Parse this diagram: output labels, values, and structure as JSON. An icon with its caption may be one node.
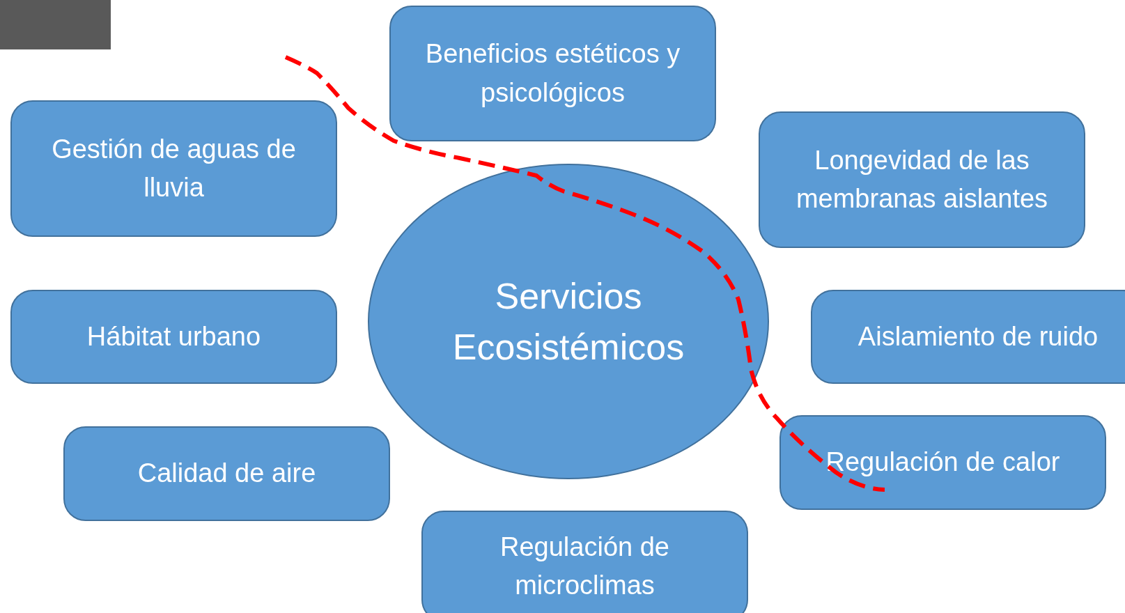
{
  "diagram": {
    "nodes": [
      {
        "text": [],
        "shape": "box"
      },
      {
        "text": [
          "Servicios Ecosistémicos"
        ]
      },
      {
        "text": [
          "Beneficios estéticos y psicológicos"
        ]
      },
      {
        "text": [
          "Gestión de aguas de lluvia"
        ]
      },
      {
        "text": [
          "Longevidad de las membranas aislantes"
        ]
      },
      {
        "text": [
          "Hábitat urbano"
        ]
      },
      {
        "text": [
          "Aislamiento de ruido"
        ]
      },
      {
        "text": [
          "Calidad de aire"
        ]
      },
      {
        "text": [
          "Regulación de calor"
        ]
      },
      {
        "text": [
          "Regulación de microclimas"
        ]
      }
    ]
  }
}
